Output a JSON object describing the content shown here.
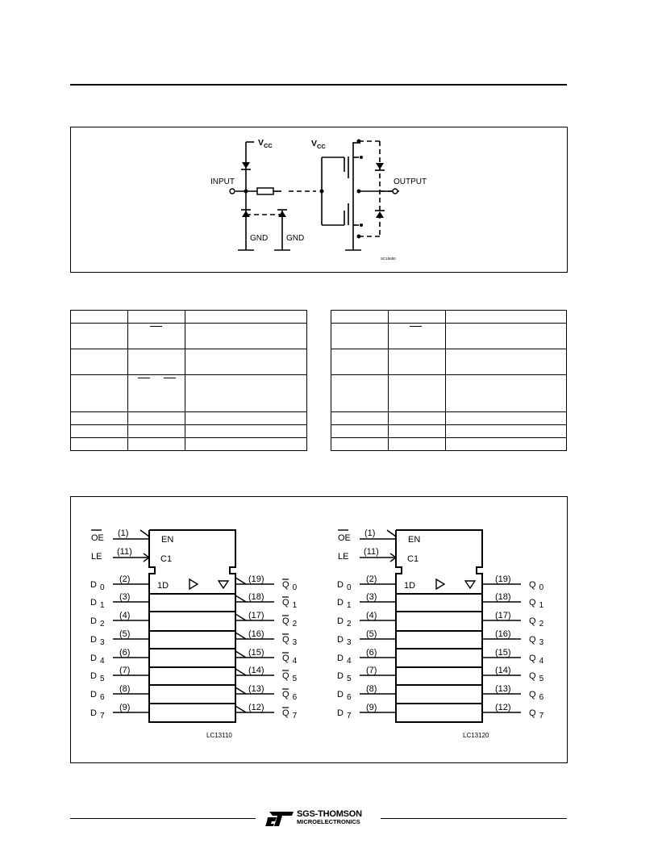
{
  "schematic": {
    "vcc_left": "V",
    "vcc_left_sub": "CC",
    "vcc_right": "V",
    "vcc_right_sub": "CC",
    "input_label": "INPUT",
    "output_label": "OUTPUT",
    "gnd_left": "GND",
    "gnd_right": "GND",
    "code": "SC15650"
  },
  "logic_left": {
    "oe_label": "OE",
    "le_label": "LE",
    "oe_pin": "(1)",
    "le_pin": "(11)",
    "en_label": "EN",
    "c1_label": "C1",
    "d1_label": "1D",
    "inputs": [
      {
        "name": "D",
        "sub": "0",
        "pin": "(2)"
      },
      {
        "name": "D",
        "sub": "1",
        "pin": "(3)"
      },
      {
        "name": "D",
        "sub": "2",
        "pin": "(4)"
      },
      {
        "name": "D",
        "sub": "3",
        "pin": "(5)"
      },
      {
        "name": "D",
        "sub": "4",
        "pin": "(6)"
      },
      {
        "name": "D",
        "sub": "5",
        "pin": "(7)"
      },
      {
        "name": "D",
        "sub": "6",
        "pin": "(8)"
      },
      {
        "name": "D",
        "sub": "7",
        "pin": "(9)"
      }
    ],
    "outputs": [
      {
        "name": "Q",
        "sub": "0",
        "pin": "(19)"
      },
      {
        "name": "Q",
        "sub": "1",
        "pin": "(18)"
      },
      {
        "name": "Q",
        "sub": "2",
        "pin": "(17)"
      },
      {
        "name": "Q",
        "sub": "3",
        "pin": "(16)"
      },
      {
        "name": "Q",
        "sub": "4",
        "pin": "(15)"
      },
      {
        "name": "Q",
        "sub": "5",
        "pin": "(14)"
      },
      {
        "name": "Q",
        "sub": "6",
        "pin": "(13)"
      },
      {
        "name": "Q",
        "sub": "7",
        "pin": "(12)"
      }
    ],
    "code": "LC13110"
  },
  "logic_right": {
    "oe_label": "OE",
    "le_label": "LE",
    "oe_pin": "(1)",
    "le_pin": "(11)",
    "en_label": "EN",
    "c1_label": "C1",
    "d1_label": "1D",
    "inputs": [
      {
        "name": "D",
        "sub": "0",
        "pin": "(2)"
      },
      {
        "name": "D",
        "sub": "1",
        "pin": "(3)"
      },
      {
        "name": "D",
        "sub": "2",
        "pin": "(4)"
      },
      {
        "name": "D",
        "sub": "3",
        "pin": "(5)"
      },
      {
        "name": "D",
        "sub": "4",
        "pin": "(6)"
      },
      {
        "name": "D",
        "sub": "5",
        "pin": "(7)"
      },
      {
        "name": "D",
        "sub": "6",
        "pin": "(8)"
      },
      {
        "name": "D",
        "sub": "7",
        "pin": "(9)"
      }
    ],
    "outputs": [
      {
        "name": "Q",
        "sub": "0",
        "pin": "(19)"
      },
      {
        "name": "Q",
        "sub": "1",
        "pin": "(18)"
      },
      {
        "name": "Q",
        "sub": "2",
        "pin": "(17)"
      },
      {
        "name": "Q",
        "sub": "3",
        "pin": "(16)"
      },
      {
        "name": "Q",
        "sub": "4",
        "pin": "(15)"
      },
      {
        "name": "Q",
        "sub": "5",
        "pin": "(14)"
      },
      {
        "name": "Q",
        "sub": "6",
        "pin": "(13)"
      },
      {
        "name": "Q",
        "sub": "7",
        "pin": "(12)"
      }
    ],
    "code": "LC13120"
  },
  "footer": {
    "brand_line1": "SGS-THOMSON",
    "brand_line2": "MICROELECTRONICS"
  }
}
